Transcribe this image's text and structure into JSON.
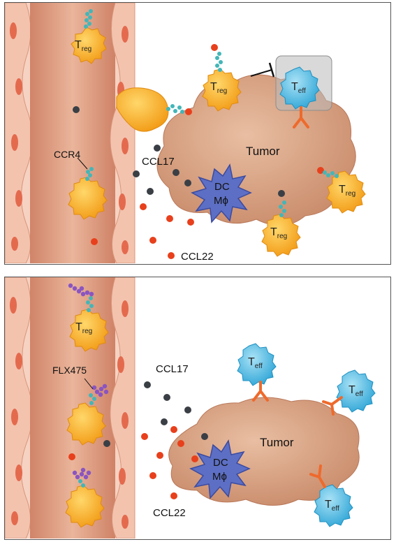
{
  "top_panel": {
    "tumor_label": "Tumor",
    "treg": {
      "main": "T",
      "sub": "reg"
    },
    "teff": {
      "main": "T",
      "sub": "eff"
    },
    "dc_line1": "DC",
    "dc_line2": "Mϕ",
    "ccr4_label": "CCR4",
    "ccl17_label": "CCL17",
    "ccl22_label": "CCL22"
  },
  "bottom_panel": {
    "tumor_label": "Tumor",
    "treg": {
      "main": "T",
      "sub": "reg"
    },
    "teff": {
      "main": "T",
      "sub": "eff"
    },
    "dc_line1": "DC",
    "dc_line2": "Mϕ",
    "drug_label": "FLX475",
    "ccl17_label": "CCL17",
    "ccl22_label": "CCL22"
  },
  "colors": {
    "vessel": "#e9a98f",
    "endothelium": "#f6cdbb",
    "nucleus": "#e46a4e",
    "tumor": "#d9a283",
    "treg": "#f7b02a",
    "teff": "#5cc3e8",
    "dc": "#5d6fc4",
    "ccl17": "#3a3f45",
    "ccl22": "#e8401c",
    "receptor": "#43b6b8",
    "drug": "#8a55c0",
    "antibody": "#ee6a2c"
  }
}
